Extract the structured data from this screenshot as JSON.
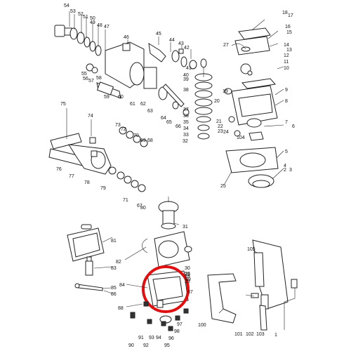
{
  "diagram": {
    "highlight_color": "#e01010",
    "part_numbers": [
      "1",
      "2",
      "3",
      "4",
      "5",
      "6",
      "7",
      "8",
      "9",
      "10",
      "11",
      "12",
      "13",
      "14",
      "15",
      "16",
      "17",
      "18",
      "19",
      "20",
      "21",
      "22",
      "23",
      "24",
      "25",
      "26",
      "27",
      "28",
      "29",
      "30",
      "31",
      "32",
      "33",
      "34",
      "35",
      "36",
      "37",
      "38",
      "39",
      "40",
      "41",
      "42",
      "43",
      "44",
      "45",
      "46",
      "47",
      "48",
      "49",
      "50",
      "51",
      "52",
      "53",
      "54",
      "55",
      "56",
      "57",
      "58",
      "59",
      "60",
      "61",
      "62",
      "63",
      "64",
      "65",
      "66",
      "67",
      "68",
      "69",
      "70",
      "71",
      "72",
      "73",
      "74",
      "75",
      "76",
      "77",
      "78",
      "79",
      "80",
      "81",
      "82",
      "83",
      "84",
      "85",
      "86",
      "87",
      "88",
      "89",
      "90",
      "91",
      "92",
      "93",
      "94",
      "95",
      "96",
      "97",
      "98",
      "99",
      "100",
      "101",
      "102",
      "103",
      "104",
      "105"
    ]
  }
}
